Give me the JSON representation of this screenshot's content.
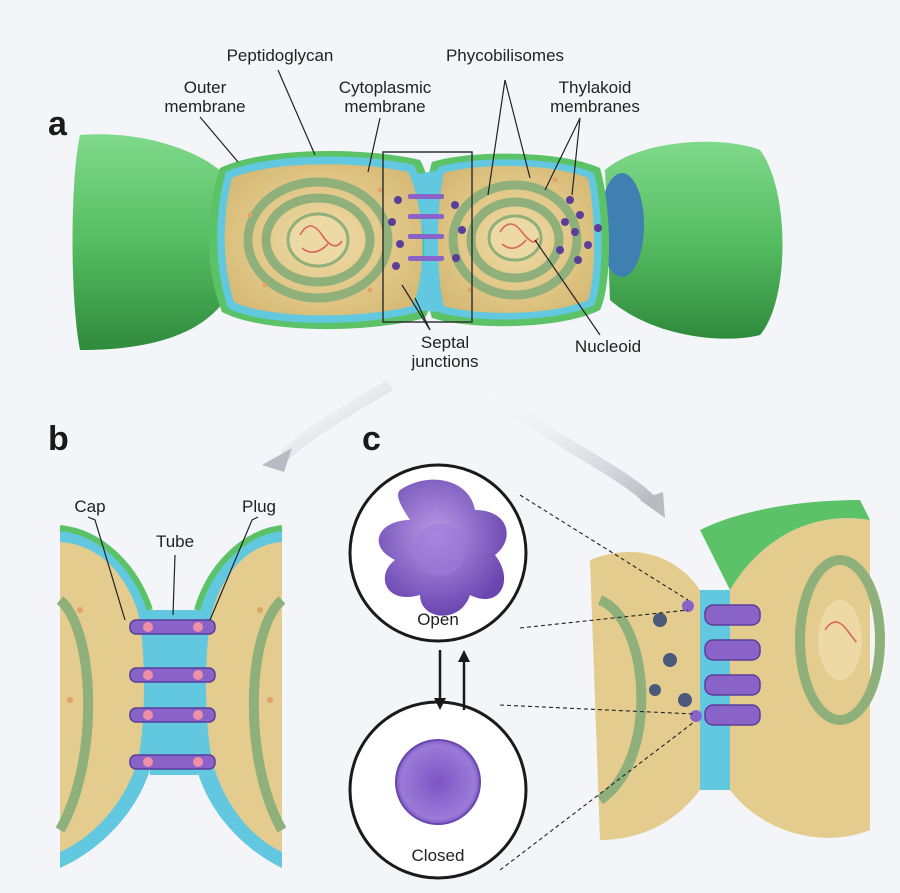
{
  "panels": {
    "a": "a",
    "b": "b",
    "c": "c"
  },
  "labels": {
    "outer_membrane_1": "Outer",
    "outer_membrane_2": "membrane",
    "peptidoglycan": "Peptidoglycan",
    "cytoplasmic_1": "Cytoplasmic",
    "cytoplasmic_2": "membrane",
    "phycobilisomes": "Phycobilisomes",
    "thylakoid_1": "Thylakoid",
    "thylakoid_2": "membranes",
    "septal_1": "Septal",
    "septal_2": "junctions",
    "nucleoid": "Nucleoid",
    "cap": "Cap",
    "tube": "Tube",
    "plug": "Plug",
    "open": "Open",
    "closed": "Closed"
  },
  "colors": {
    "background": "#f3f5f9",
    "outer_green": "#5cc267",
    "cytoplasm": "#e3cc8e",
    "thylakoid": "#8fb07a",
    "periplasm_blue": "#62c8e0",
    "junction_purple": "#8a63c9",
    "plug_pink": "#f08fa8",
    "nucleoid_red": "#d9665a"
  }
}
